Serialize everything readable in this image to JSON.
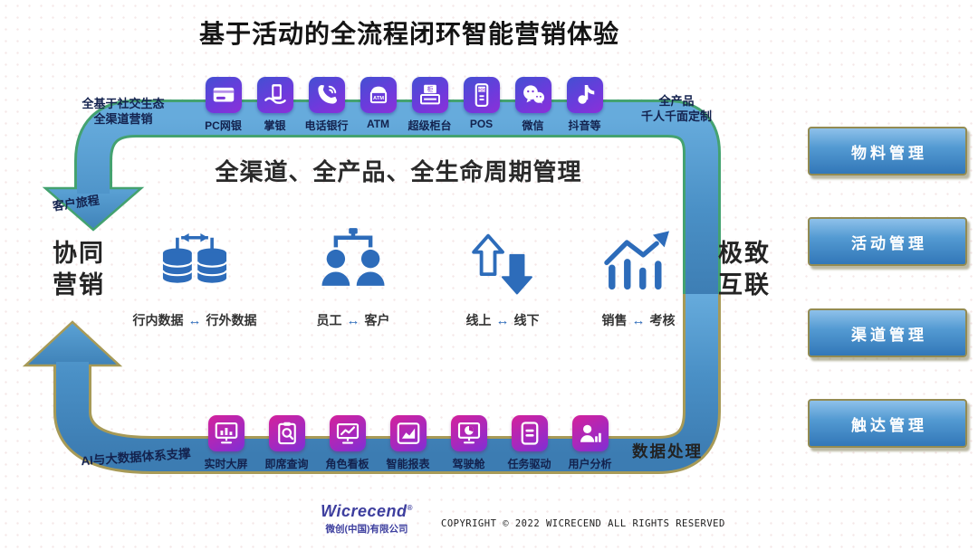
{
  "title": "基于活动的全流程闭环智能营销体验",
  "ui": {
    "swap_arrow": "↔"
  },
  "loop": {
    "top_left_note": {
      "line1": "全基于社交生态",
      "line2": "全渠道营销"
    },
    "top_right_note": {
      "line1": "全产品",
      "line2": "千人千面定制"
    },
    "journey_label": "客户旅程",
    "bottom_left_note": "AI与大数据体系支撑",
    "bottom_right_note": "数据处理"
  },
  "banner": "全渠道、全产品、全生命周期管理",
  "left_title": {
    "line1": "协同",
    "line2": "营销"
  },
  "right_title": {
    "line1": "极致",
    "line2": "互联"
  },
  "top_channels": [
    {
      "icon": "bank-card",
      "label": "PC网银"
    },
    {
      "icon": "hand-phone",
      "label": "掌银"
    },
    {
      "icon": "phone-handset",
      "label": "电话银行"
    },
    {
      "icon": "atm",
      "label": "ATM"
    },
    {
      "icon": "counter",
      "label": "超级柜台"
    },
    {
      "icon": "pos",
      "label": "POS"
    },
    {
      "icon": "wechat",
      "label": "微信"
    },
    {
      "icon": "tiktok",
      "label": "抖音等"
    }
  ],
  "middle_items": [
    {
      "icon": "db-sync",
      "left": "行内数据",
      "right": "行外数据"
    },
    {
      "icon": "people",
      "left": "员工",
      "right": "客户"
    },
    {
      "icon": "updown",
      "left": "线上",
      "right": "线下"
    },
    {
      "icon": "trend",
      "left": "销售",
      "right": "考核"
    }
  ],
  "bottom_tools": [
    {
      "icon": "big-screen",
      "label": "实时大屏"
    },
    {
      "icon": "adhoc-query",
      "label": "即席查询"
    },
    {
      "icon": "role-board",
      "label": "角色看板"
    },
    {
      "icon": "smart-report",
      "label": "智能报表"
    },
    {
      "icon": "cockpit",
      "label": "驾驶舱"
    },
    {
      "icon": "task-driven",
      "label": "任务驱动"
    },
    {
      "icon": "user-analysis",
      "label": "用户分析"
    }
  ],
  "side_buttons": [
    {
      "label": "物料管理"
    },
    {
      "label": "活动管理"
    },
    {
      "label": "渠道管理"
    },
    {
      "label": "触达管理"
    }
  ],
  "footer": {
    "logo": "Wicrecend",
    "trademark": "®",
    "company": "微创(中国)有限公司",
    "copyright": "COPYRIGHT © 2022 WICRECEND ALL RIGHTS RESERVED"
  },
  "colors": {
    "band_blue": "#4a90c6",
    "band_edge_top": "#44a270",
    "band_edge_bottom": "#a79a57",
    "tile_blue_purple": "#6b3bdc",
    "tile_magenta": "#d4219b",
    "mid_blue": "#2d6cba",
    "btn_border": "#938b52",
    "label_navy": "#13224e",
    "logo_purple": "#3d3e9e"
  }
}
